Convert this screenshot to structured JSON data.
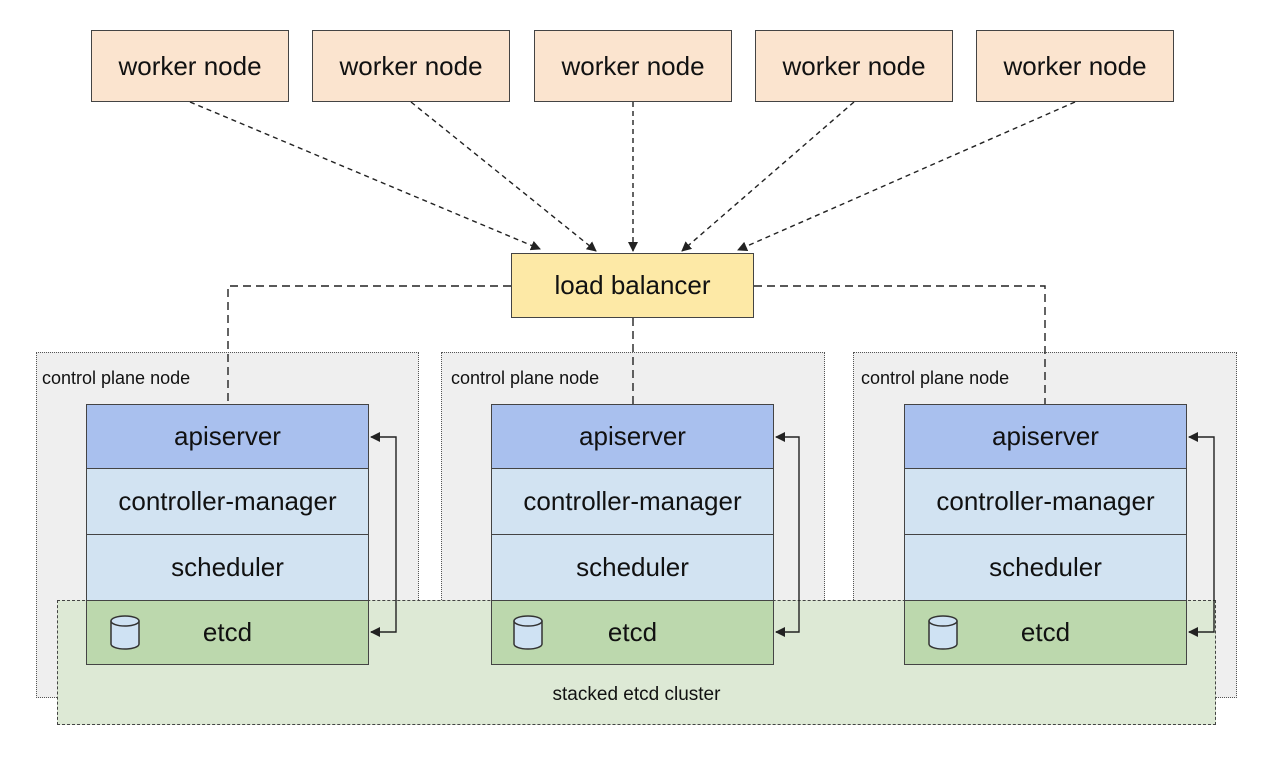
{
  "worker_nodes": [
    {
      "label": "worker node"
    },
    {
      "label": "worker node"
    },
    {
      "label": "worker node"
    },
    {
      "label": "worker node"
    },
    {
      "label": "worker node"
    }
  ],
  "load_balancer": {
    "label": "load balancer"
  },
  "control_plane_nodes": [
    {
      "label": "control plane node",
      "apiserver": "apiserver",
      "controller_manager": "controller-manager",
      "scheduler": "scheduler",
      "etcd": "etcd"
    },
    {
      "label": "control plane node",
      "apiserver": "apiserver",
      "controller_manager": "controller-manager",
      "scheduler": "scheduler",
      "etcd": "etcd"
    },
    {
      "label": "control plane node",
      "apiserver": "apiserver",
      "controller_manager": "controller-manager",
      "scheduler": "scheduler",
      "etcd": "etcd"
    }
  ],
  "etcd_cluster": {
    "label": "stacked etcd cluster"
  },
  "colors": {
    "worker": "#fbe4cf",
    "load_balancer": "#fde9a6",
    "apiserver": "#a9c0ee",
    "controller_manager": "#d2e3f2",
    "etcd": "#bcd8ad",
    "cluster_bg": "#dde9d5",
    "node_bg": "#efefef"
  }
}
